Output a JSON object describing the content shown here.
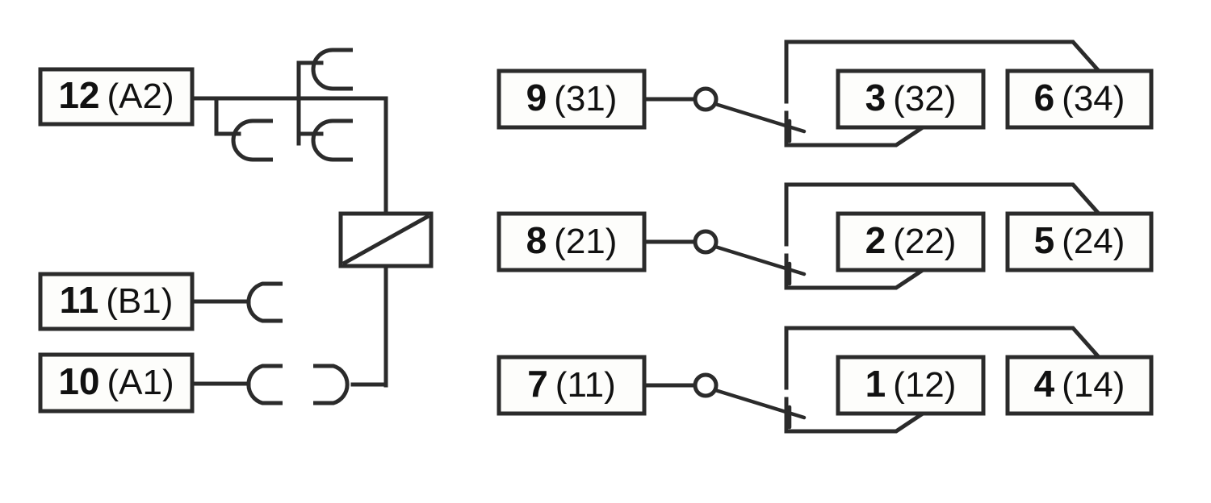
{
  "diagram": {
    "title": "Relay terminal connection diagram",
    "type": "relay-wiring-schematic",
    "colors": {
      "line": "#2b2b2b",
      "background": "#ffffff",
      "box_fill": "#fdfdfb",
      "text": "#111111"
    },
    "coil_section": {
      "name": "coil-circuit",
      "terminals": [
        {
          "id": "t12",
          "number": "12",
          "designation": "(A2)",
          "label": "12 (A2)",
          "role": "coil-supply-a2"
        },
        {
          "id": "t11",
          "number": "11",
          "designation": "(B1)",
          "label": "11 (B1)",
          "role": "coil-bridge-b1"
        },
        {
          "id": "t10",
          "number": "10",
          "designation": "(A1)",
          "label": "10 (A1)",
          "role": "coil-supply-a1"
        }
      ],
      "coil": {
        "name": "relay-coil",
        "symbol": "rectangle-with-diagonal"
      },
      "fork_connectors": 5
    },
    "contact_section": {
      "name": "changeover-contacts",
      "rows": [
        {
          "id": "row-3",
          "common": {
            "id": "t9",
            "number": "9",
            "designation": "(31)",
            "label": "9 (31)",
            "role": "common"
          },
          "nc": {
            "id": "t3",
            "number": "3",
            "designation": "(32)",
            "label": "3 (32)",
            "role": "normally-closed"
          },
          "no": {
            "id": "t6",
            "number": "6",
            "designation": "(34)",
            "label": "6 (34)",
            "role": "normally-open"
          }
        },
        {
          "id": "row-2",
          "common": {
            "id": "t8",
            "number": "8",
            "designation": "(21)",
            "label": "8 (21)",
            "role": "common"
          },
          "nc": {
            "id": "t2",
            "number": "2",
            "designation": "(22)",
            "label": "2 (22)",
            "role": "normally-closed"
          },
          "no": {
            "id": "t5",
            "number": "5",
            "designation": "(24)",
            "label": "5 (24)",
            "role": "normally-open"
          }
        },
        {
          "id": "row-1",
          "common": {
            "id": "t7",
            "number": "7",
            "designation": "(11)",
            "label": "7 (11)",
            "role": "common"
          },
          "nc": {
            "id": "t1",
            "number": "1",
            "designation": "(12)",
            "label": "1 (12)",
            "role": "normally-closed"
          },
          "no": {
            "id": "t4",
            "number": "4",
            "designation": "(14)",
            "label": "4 (14)",
            "role": "normally-open"
          }
        }
      ]
    }
  }
}
